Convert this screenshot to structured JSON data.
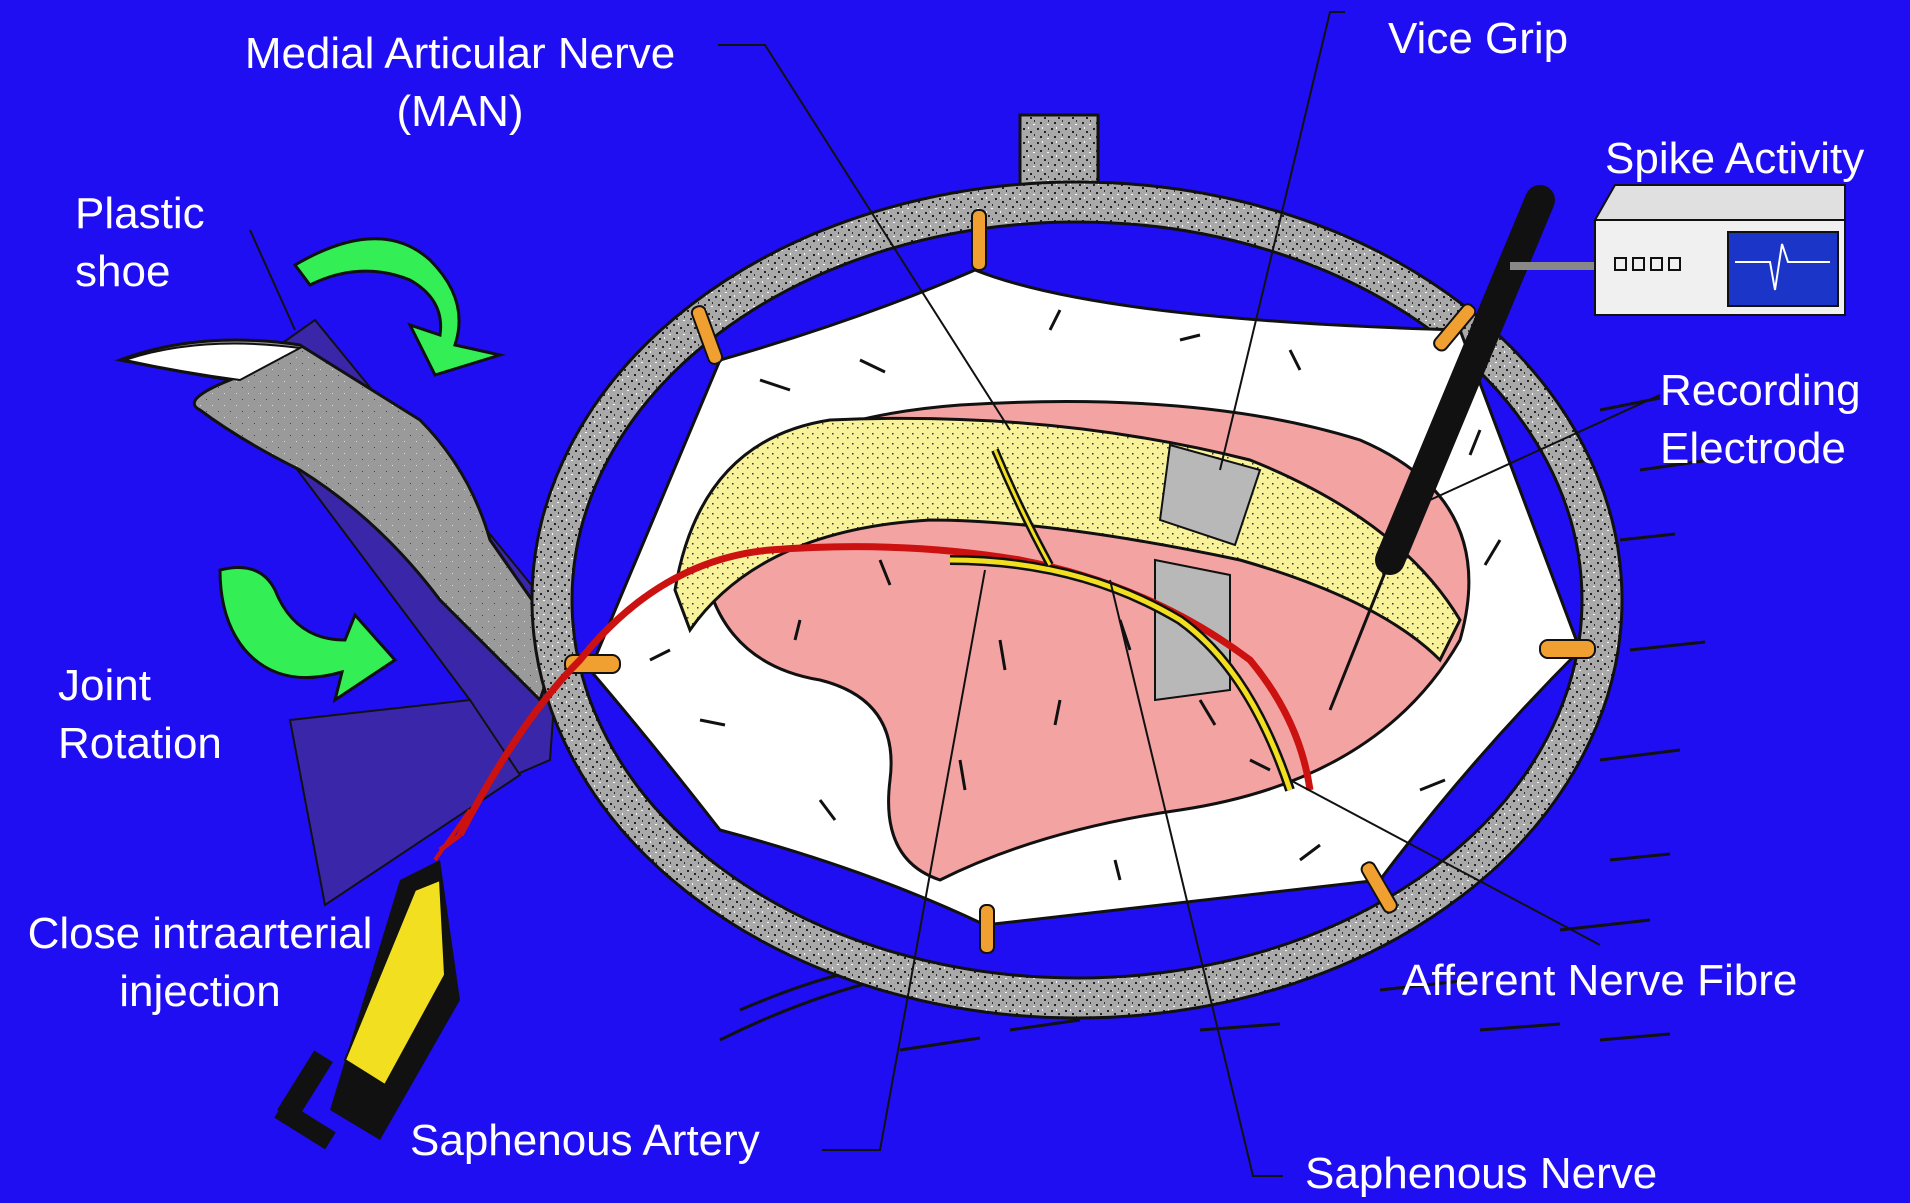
{
  "labels": {
    "man": [
      "Medial Articular Nerve",
      "(MAN)"
    ],
    "vice_grip": "Vice Grip",
    "spike_activity": "Spike Activity",
    "plastic_shoe": [
      "Plastic",
      "shoe"
    ],
    "recording_electrode": [
      "Recording",
      "Electrode"
    ],
    "joint_rotation": [
      "Joint",
      "Rotation"
    ],
    "injection": [
      "Close intraarterial",
      "injection"
    ],
    "afferent_nerve_fibre": "Afferent Nerve Fibre",
    "saphenous_artery": "Saphenous Artery",
    "saphenous_nerve": "Saphenous Nerve"
  },
  "colors": {
    "background": "#1f0ef2",
    "ring": "#a9a9a9",
    "membrane": "#ffffff",
    "tissue": "#f4a3a3",
    "fat_pad": "#f8f29a",
    "arrow": "#33ee55",
    "artery": "#cc1111",
    "nerve": "#f2e020",
    "clamp": "#b8b8b8",
    "pin": "#f0a030",
    "amp_screen": "#1a35c8"
  },
  "icons": {
    "rotation_arrows": "curved-arrow-icon",
    "syringe": "syringe-icon",
    "electrode": "electrode-icon",
    "amplifier": "oscilloscope-icon"
  }
}
